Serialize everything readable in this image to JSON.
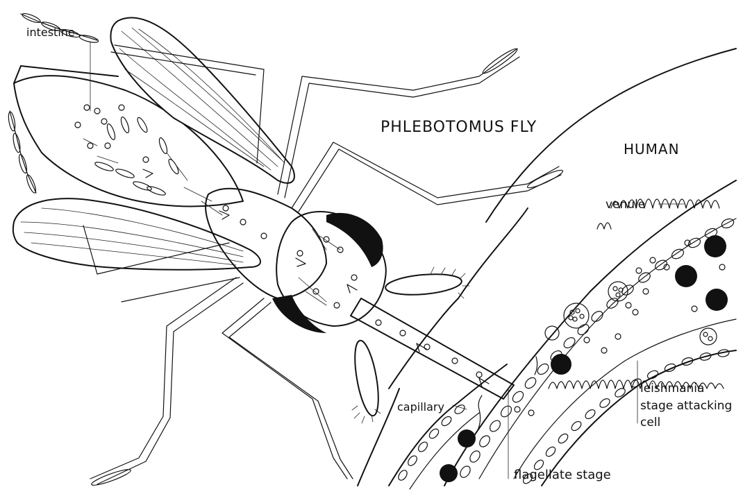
{
  "labels": {
    "intestine": "intestine",
    "fly": "PHLEBOTOMUS  FLY",
    "human": "HUMAN",
    "venule": "venule",
    "capillary": "capillary",
    "flagellate": "flagellate  stage",
    "leish1": "leishmania",
    "leish2": "stage attacking",
    "leish3": "cell"
  }
}
